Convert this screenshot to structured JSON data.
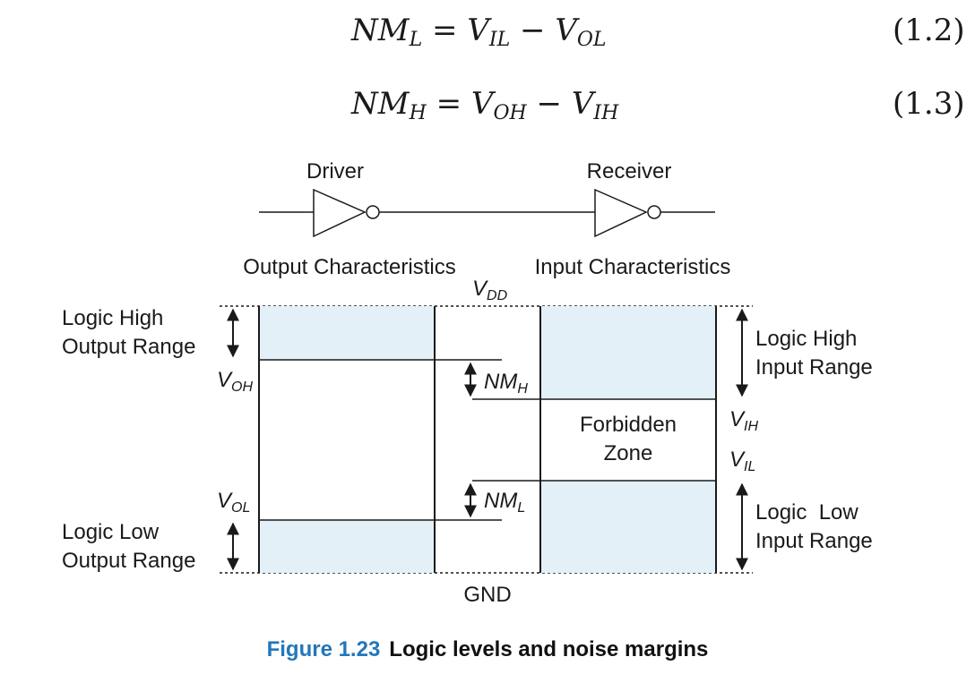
{
  "equations": [
    {
      "lhs": "NM",
      "lhs_sub": "L",
      "eq": "=",
      "a": "V",
      "a_sub": "IL",
      "op": "−",
      "b": "V",
      "b_sub": "OL",
      "number": "(1.2)"
    },
    {
      "lhs": "NM",
      "lhs_sub": "H",
      "eq": "=",
      "a": "V",
      "a_sub": "OH",
      "op": "−",
      "b": "V",
      "b_sub": "IH",
      "number": "(1.3)"
    }
  ],
  "figure": {
    "driver_label": "Driver",
    "receiver_label": "Receiver",
    "output_characteristics": "Output Characteristics",
    "input_characteristics": "Input Characteristics",
    "vdd": {
      "main": "V",
      "sub": "DD"
    },
    "gnd": "GND",
    "logic_high_output": [
      "Logic High",
      "Output Range"
    ],
    "logic_low_output": [
      "Logic Low",
      "Output Range"
    ],
    "logic_high_input": [
      "Logic High",
      "Input Range"
    ],
    "logic_low_input": [
      "Logic  Low",
      "Input Range"
    ],
    "forbidden_zone": [
      "Forbidden",
      "Zone"
    ],
    "voh": {
      "main": "V",
      "sub": "OH"
    },
    "vol": {
      "main": "V",
      "sub": "OL"
    },
    "vih": {
      "main": "V",
      "sub": "IH"
    },
    "vil": {
      "main": "V",
      "sub": "IL"
    },
    "nmh": {
      "main": "NM",
      "sub": "H"
    },
    "nml": {
      "main": "NM",
      "sub": "L"
    },
    "fill_color": "#e3f0f8",
    "line_color": "#1a1a1a"
  },
  "caption": {
    "number": "Figure 1.23",
    "text": "Logic levels and noise margins",
    "number_color": "#2277bb"
  }
}
